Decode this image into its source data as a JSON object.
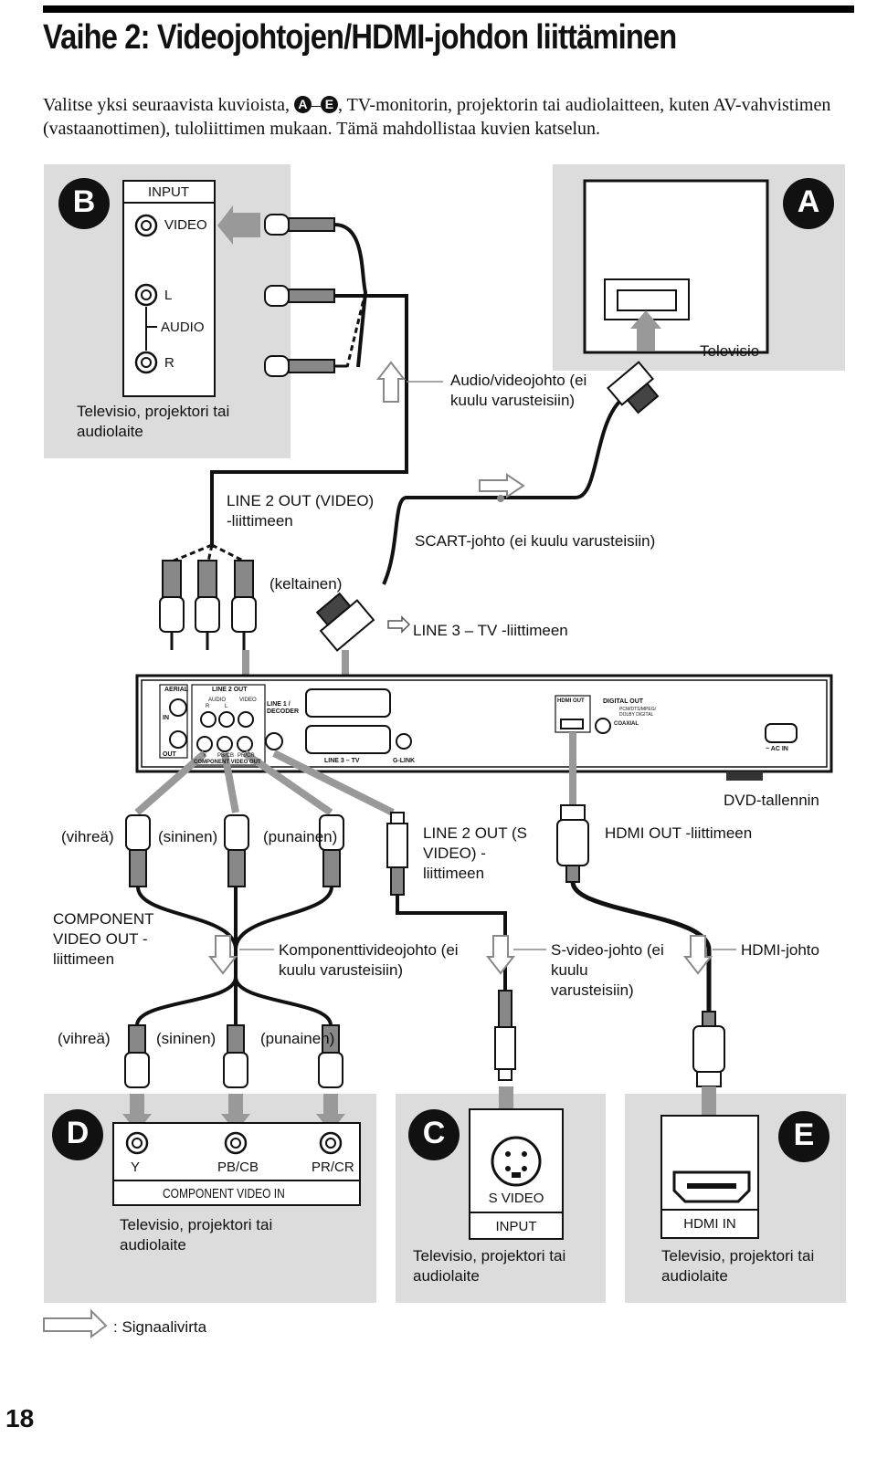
{
  "header": {
    "title": "Vaihe 2: Videojohtojen/HDMI-johdon liittäminen",
    "intro_part1": "Valitse yksi seuraavista kuvioista, ",
    "intro_from": "A",
    "intro_dash": "–",
    "intro_to": "E",
    "intro_part2": ", TV-monitorin, projektorin tai audiolaitteen, kuten AV-vahvistimen (vastaanottimen), tuloliittimen mukaan. Tämä mahdollistaa kuvien katselun."
  },
  "panels": {
    "B": {
      "badge": "B",
      "input_label": "INPUT",
      "video_label": "VIDEO",
      "l_label": "L",
      "audio_label": "AUDIO",
      "r_label": "R",
      "device": "Televisio, projektori tai audiolaite"
    },
    "A": {
      "badge": "A",
      "device": "Televisio"
    },
    "D": {
      "badge": "D",
      "y": "Y",
      "pb": "PB/CB",
      "pr": "PR/CR",
      "port": "COMPONENT VIDEO IN",
      "device": "Televisio, projektori tai audiolaite"
    },
    "C": {
      "badge": "C",
      "svideo": "S VIDEO",
      "input": "INPUT",
      "device": "Televisio, projektori tai audiolaite"
    },
    "E": {
      "badge": "E",
      "port": "HDMI IN",
      "device": "Televisio, projektori tai audiolaite"
    }
  },
  "labels": {
    "av_cable": "Audio/videojohto (ei kuulu varusteisiin)",
    "line2_out_video": "LINE 2 OUT (VIDEO) -liittimeen",
    "scart_cable": "SCART-johto (ei kuulu varusteisiin)",
    "yellow": "(keltainen)",
    "line3_tv": "LINE 3 – TV -liittimeen",
    "recorder": "DVD-tallennin",
    "green": "(vihreä)",
    "blue": "(sininen)",
    "red": "(punainen)",
    "line2_out_svideo": "LINE 2 OUT (S VIDEO) -liittimeen",
    "hdmi_out": "HDMI OUT -liittimeen",
    "component_out": "COMPONENT VIDEO OUT -liittimeen",
    "component_cable": "Komponenttivideojohto (ei kuulu varusteisiin)",
    "svideo_cable": "S-video-johto (ei kuulu varusteisiin)",
    "hdmi_cable": "HDMI-johto",
    "legend": ": Signaalivirta"
  },
  "rear_panel": {
    "aerial": "AERIAL",
    "in": "IN",
    "out": "OUT",
    "line2_out": "LINE 2 OUT",
    "audio": "AUDIO",
    "video": "VIDEO",
    "r": "R",
    "l": "L",
    "y": "Y",
    "pbcb": "PB/CB",
    "prcr": "PR/CR",
    "component": "COMPONENT VIDEO OUT",
    "line1": "LINE 1 / DECODER",
    "line3": "LINE 3 – TV",
    "glink": "G-LINK",
    "hdmi_out": "HDMI OUT",
    "digital_out": "DIGITAL OUT",
    "pcm": "PCM/DTS/MPEG/ DOLBY DIGITAL",
    "coaxial": "COAXIAL",
    "ac_in": "~ AC IN"
  },
  "page_number": "18"
}
